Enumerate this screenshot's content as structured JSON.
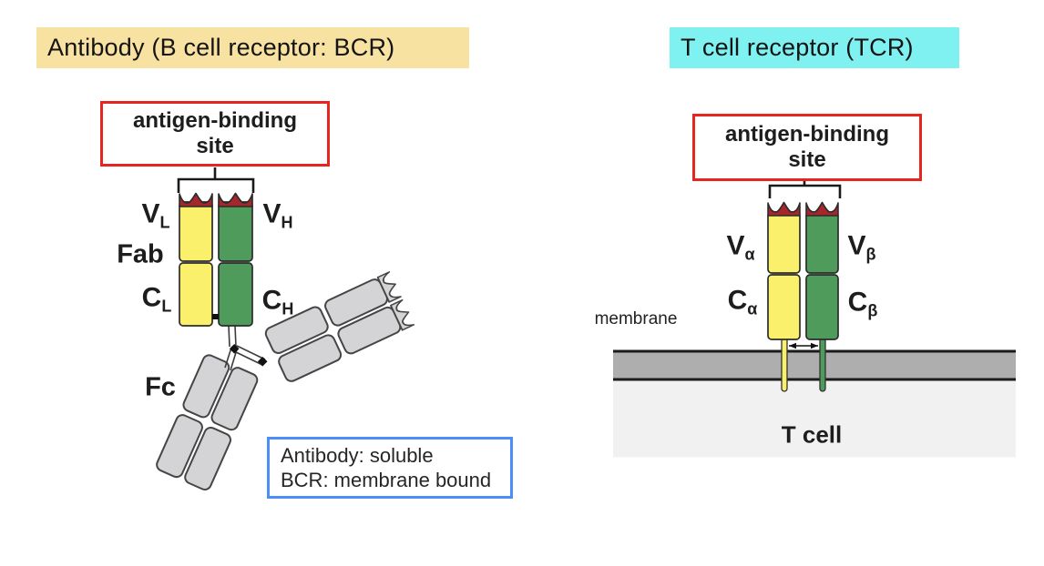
{
  "left_panel": {
    "title": "Antibody (B cell receptor: BCR)",
    "binding_site_box": {
      "line1": "antigen-binding",
      "line2": "site"
    },
    "labels": {
      "vl": {
        "main": "V",
        "sub": "L"
      },
      "fab": "Fab",
      "cl": {
        "main": "C",
        "sub": "L"
      },
      "vh": {
        "main": "V",
        "sub": "H"
      },
      "ch": {
        "main": "C",
        "sub": "H"
      },
      "fc": "Fc"
    },
    "note_box": {
      "line1": "Antibody: soluble",
      "line2": "BCR: membrane bound"
    }
  },
  "right_panel": {
    "title": "T cell receptor (TCR)",
    "binding_site_box": {
      "line1": "antigen-binding",
      "line2": "site"
    },
    "labels": {
      "v_alpha": {
        "main": "V",
        "sub": "α"
      },
      "c_alpha": {
        "main": "C",
        "sub": "α"
      },
      "v_beta": {
        "main": "V",
        "sub": "β"
      },
      "c_beta": {
        "main": "C",
        "sub": "β"
      },
      "membrane": "membrane",
      "t_cell": "T cell"
    }
  },
  "colors": {
    "left_title_bg": "#f8e2a2",
    "right_title_bg": "#7ff1f1",
    "light_chain_yellow": "#faf06c",
    "heavy_chain_green": "#4e9b5b",
    "antigen_cap_red": "#a5262b",
    "red_box_border": "#e7251e",
    "blue_box_border": "#4c8df8",
    "constant_domain_gray": "#d4d4d6",
    "membrane_gray": "#aeaeae",
    "cell_interior_gray": "#f1f1f2"
  }
}
